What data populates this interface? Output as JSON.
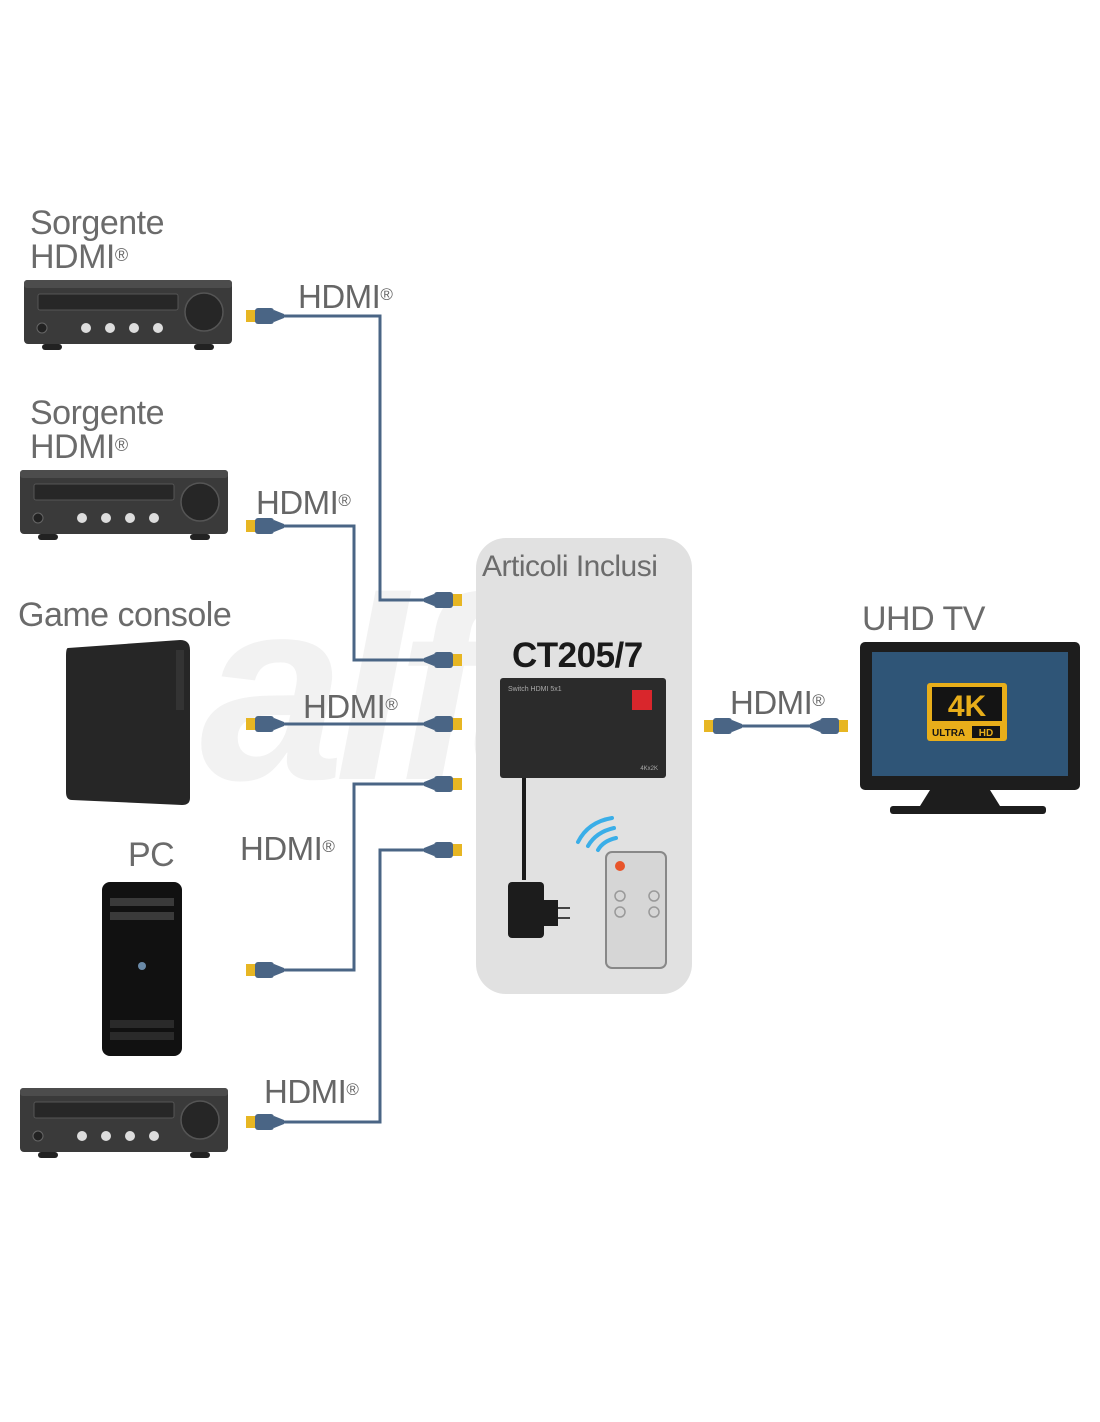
{
  "sources": [
    {
      "name": "source-1",
      "label_line1": "Sorgente",
      "label_line2": "HDMI",
      "reg": "®",
      "device": "av-receiver"
    },
    {
      "name": "source-2",
      "label_line1": "Sorgente",
      "label_line2": "HDMI",
      "reg": "®",
      "device": "av-receiver"
    },
    {
      "name": "source-3",
      "label_line1": "Game console",
      "label_line2": "",
      "reg": "",
      "device": "game-console"
    },
    {
      "name": "source-4",
      "label_line1": "PC",
      "label_line2": "",
      "reg": "",
      "device": "pc-tower"
    },
    {
      "name": "source-5",
      "label_line1": "",
      "label_line2": "",
      "reg": "",
      "device": "av-receiver"
    }
  ],
  "cable_label": "HDMI",
  "cable_reg": "®",
  "included": {
    "title": "Articoli Inclusi",
    "model": "CT205/7",
    "switch_text": "Switch HDMI 5x1",
    "switch_resolution": "4Kx2K",
    "items": [
      "hdmi-switch",
      "power-adapter",
      "remote-control"
    ]
  },
  "output": {
    "label": "UHD TV",
    "badge_main": "4K",
    "badge_sub1": "ULTRA",
    "badge_sub2": "HD"
  },
  "colors": {
    "cable": "#4a6585",
    "connector": "#e7b623",
    "device": "#2e2e2e",
    "panel": "#e1e1e1",
    "tv_screen": "#2f5577",
    "badge_gold": "#e8ae1a",
    "wifi": "#3aaee8",
    "remote_button_red": "#e8542a"
  }
}
